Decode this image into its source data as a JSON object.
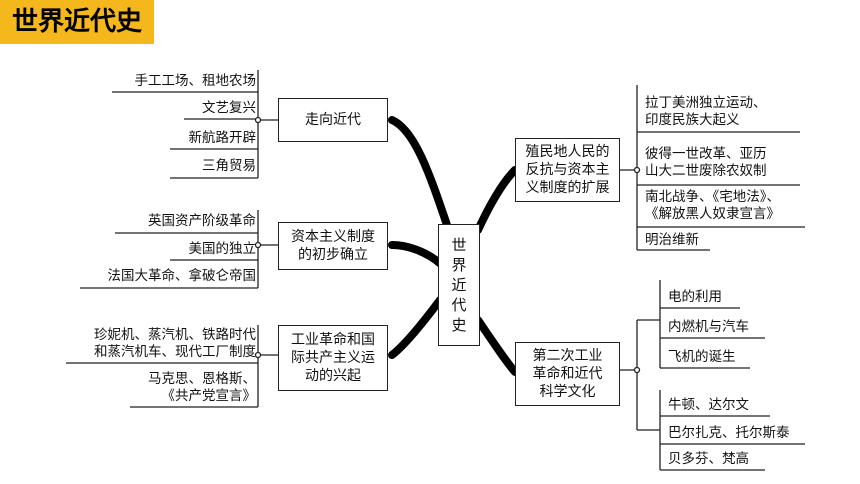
{
  "title": "世界近代史",
  "center": "世\n界\n近\n代\n史",
  "branches": {
    "b1": {
      "label": "走向近代",
      "items": [
        "手工工场、租地农场",
        "文艺复兴",
        "新航路开辟",
        "三角贸易"
      ]
    },
    "b2": {
      "label": "资本主义制度\n的初步确立",
      "items": [
        "英国资产阶级革命",
        "美国的独立",
        "法国大革命、拿破仑帝国"
      ]
    },
    "b3": {
      "label": "工业革命和国\n际共产主义运\n动的兴起",
      "items": [
        "珍妮机、蒸汽机、铁路时代\n和蒸汽机车、现代工厂制度",
        "马克思、恩格斯、\n《共产党宣言》"
      ]
    },
    "b4": {
      "label": "殖民地人民的\n反抗与资本主\n义制度的扩展",
      "items": [
        "拉丁美洲独立运动、\n印度民族大起义",
        "彼得一世改革、亚历\n山大二世废除农奴制",
        "南北战争、《宅地法》、\n《解放黑人奴隶宣言》",
        "明治维新"
      ]
    },
    "b5": {
      "label": "第二次工业\n革命和近代\n科学文化",
      "items": [
        "电的利用",
        "内燃机与汽车",
        "飞机的诞生",
        "牛顿、达尔文",
        "巴尔扎克、托尔斯泰",
        "贝多芬、梵高"
      ]
    }
  }
}
